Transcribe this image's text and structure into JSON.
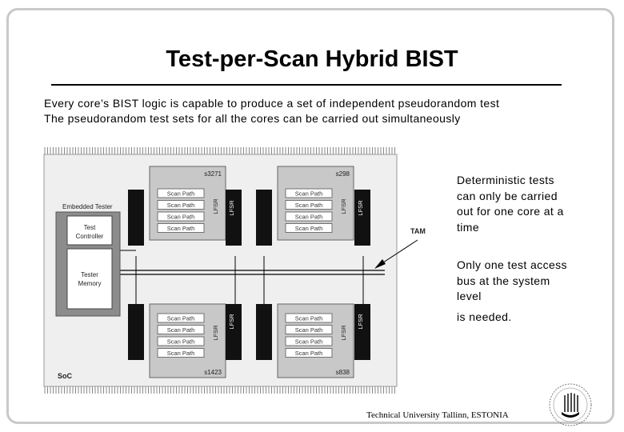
{
  "slide": {
    "title": "Test-per-Scan Hybrid BIST",
    "bullets": [
      "Every core’s BIST logic is capable to produce a set of independent pseudorandom test",
      "The pseudorandom test sets for all the cores can be carried out simultaneously"
    ],
    "side_notes": [
      "Deterministic tests can only be carried out for one core at a time",
      "Only one test access bus at the system level",
      "is needed."
    ],
    "footer": "Technical University Tallinn, ESTONIA"
  },
  "diagram": {
    "soc_label": "SoC",
    "embedded_tester_label": "Embedded Tester",
    "test_controller_label": [
      "Test",
      "Controller"
    ],
    "tester_memory_label": [
      "Tester",
      "Memory"
    ],
    "tam_label": "TAM",
    "lfsr_label": "LFSR",
    "scan_path_label": "Scan Path",
    "cores": [
      {
        "name": "s3271"
      },
      {
        "name": "s298"
      },
      {
        "name": "s1423"
      },
      {
        "name": "s838"
      }
    ]
  },
  "colors": {
    "core_fill": "#c8c8c8",
    "soc_fill": "#efefef",
    "tester_fill": "#8c8c8c",
    "block_fill": "#111111"
  }
}
